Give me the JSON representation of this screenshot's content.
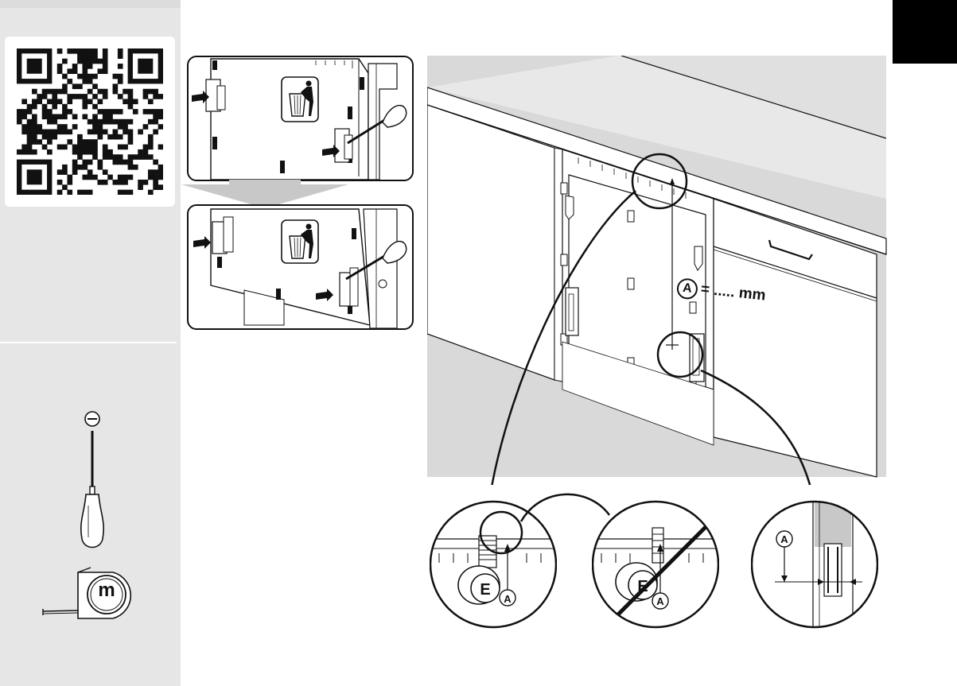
{
  "sidebar": {
    "qr_icon": "qr-code-icon",
    "tools": [
      {
        "name": "flat-screwdriver",
        "icon": "flat-screwdriver-icon",
        "tip_symbol": "⊖"
      },
      {
        "name": "tape-measure",
        "icon": "tape-measure-icon",
        "label": "m"
      }
    ]
  },
  "steps": {
    "top_panel_icon": "trash-bin-icon",
    "bottom_panel_icon": "trash-bin-icon",
    "arrow_icon": "down-arrow-icon"
  },
  "measurement": {
    "letter": "A",
    "text": "= ..... mm"
  },
  "details": {
    "left_marker_letter": "E",
    "left_measure_letter": "A",
    "middle_marker_letter": "E",
    "middle_measure_letter": "A",
    "right_measure_letter": "A"
  },
  "colors": {
    "sidebar": "#e6e6e6",
    "floor": "#d9d9d9",
    "ink": "#111111",
    "corner_tab": "#000000"
  }
}
